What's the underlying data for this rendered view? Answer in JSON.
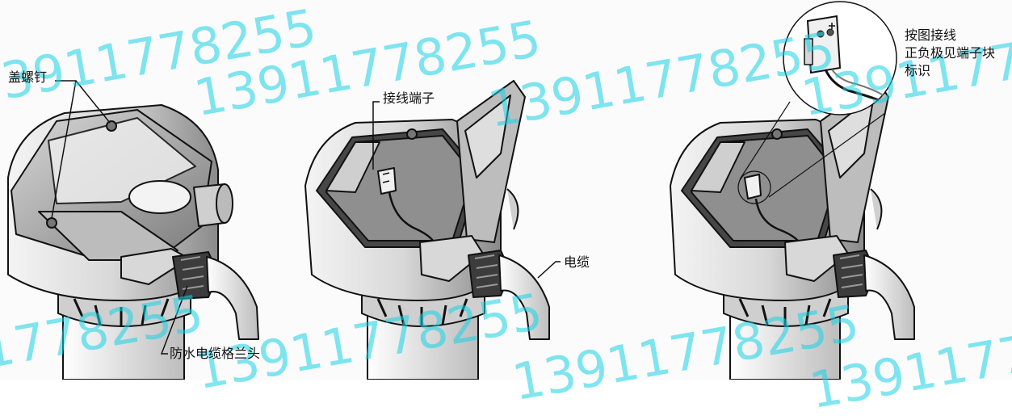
{
  "labels": {
    "cover_screws": "盖螺钉",
    "terminal": "接线端子",
    "cable": "电缆",
    "gland": "防水电缆格兰头",
    "wiring_line1": "按图接线",
    "wiring_line2": "正负极见端子块",
    "wiring_line3": "标识"
  },
  "watermark": "13911778255",
  "colors": {
    "line": "#111111",
    "housing": "#e6e6e6",
    "housing_dark": "#9a9a9a",
    "cavity": "#8f8f8f",
    "watermark": "#19d3e6"
  }
}
